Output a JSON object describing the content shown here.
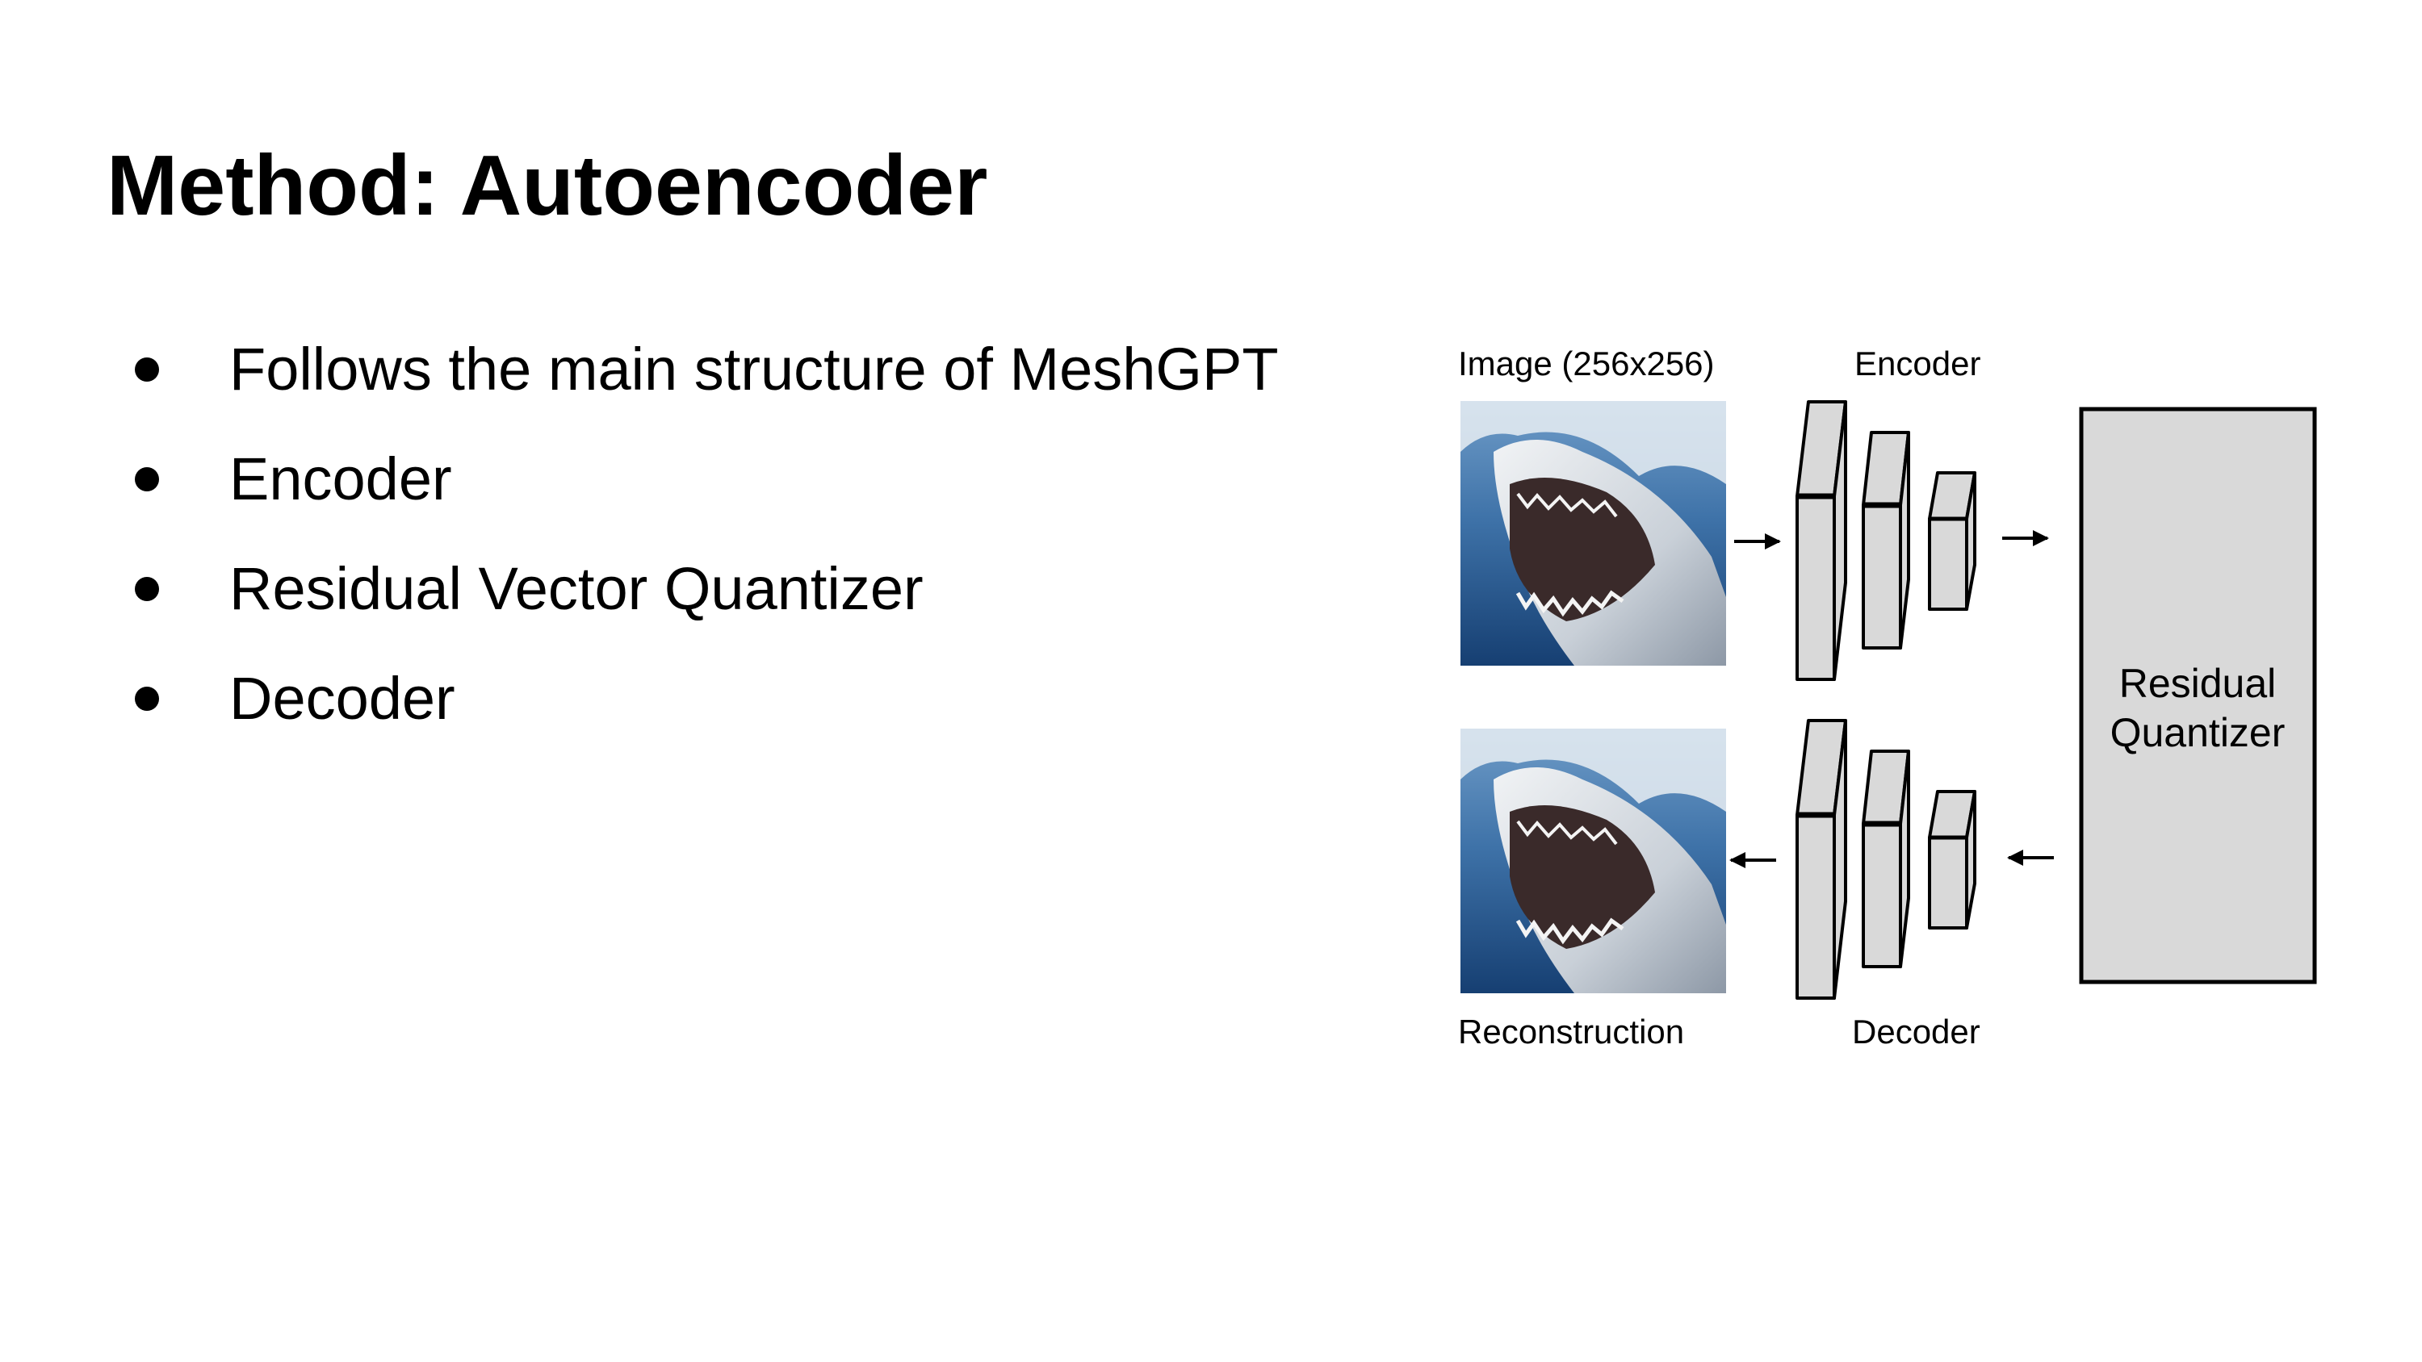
{
  "slide": {
    "title": "Method: Autoencoder",
    "bullets": [
      "Follows the main structure of MeshGPT",
      "Encoder",
      "Residual Vector Quantizer",
      "Decoder"
    ]
  },
  "diagram": {
    "labels": {
      "input_image": "Image (256x256)",
      "encoder": "Encoder",
      "reconstruction": "Reconstruction",
      "decoder": "Decoder",
      "quantizer_line1": "Residual",
      "quantizer_line2": "Quantizer"
    },
    "colors": {
      "block_fill": "#d9d9d9",
      "block_stroke": "#000000",
      "sea_deep": "#1e4f86",
      "sea_light": "#5c8fc0",
      "shark_body": "#d8dde3",
      "mouth": "#3a2a2a"
    },
    "icons": {
      "input_image": "shark-photo",
      "reconstruction_image": "shark-photo"
    }
  }
}
